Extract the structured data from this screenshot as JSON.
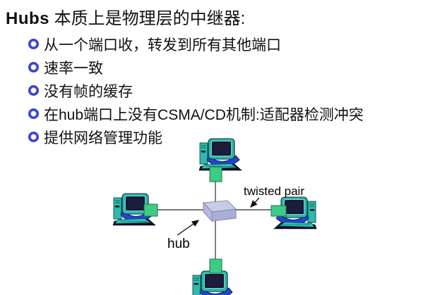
{
  "title": {
    "latin": "Hubs",
    "rest": " 本质上是物理层的中继器:"
  },
  "bullets": [
    "从一个端口收，转发到所有其他端口",
    "速率一致",
    "没有帧的缓存",
    "在hub端口上没有CSMA/CD机制:适配器检测冲突",
    "提供网络管理功能"
  ],
  "diagram": {
    "labels": {
      "twisted_pair": "twisted pair",
      "hub": "hub"
    },
    "nodes": [
      "computer-top",
      "computer-left",
      "computer-right",
      "computer-bottom",
      "hub"
    ],
    "colors": {
      "bullet_ring": "#3a40cf",
      "wire": "#4a4a4a",
      "connector_green": "#3ecb85",
      "hub_top": "#c9cce8",
      "hub_front": "#a9aed6",
      "computer_teal": "#2fb9ab",
      "computer_blue": "#2545cd",
      "screen_dark": "#14142e"
    }
  }
}
